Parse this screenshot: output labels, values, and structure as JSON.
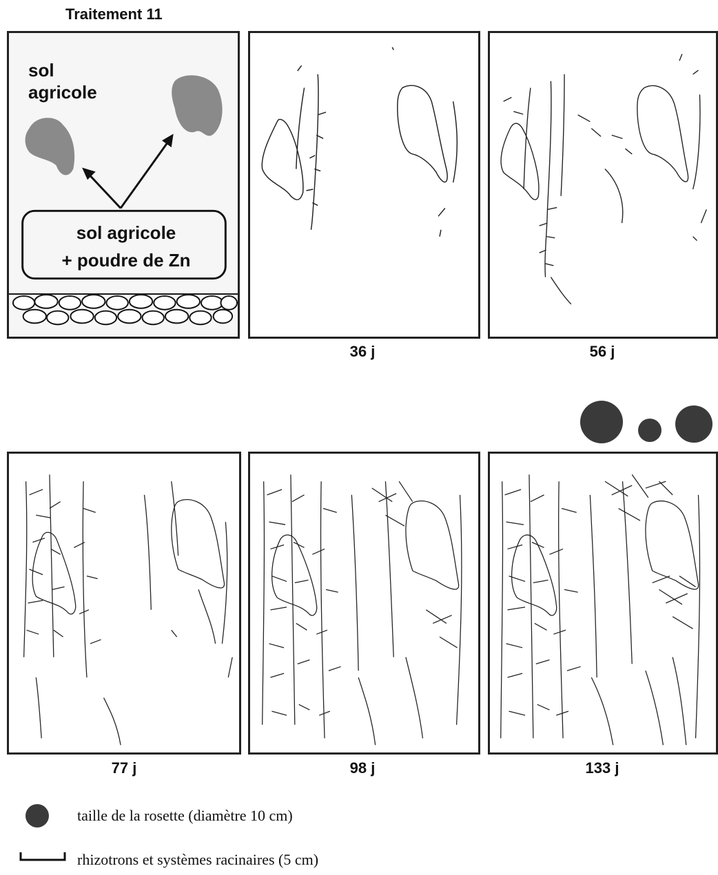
{
  "title": "Traitement 11",
  "schema": {
    "top_label_line1": "sol",
    "top_label_line2": "agricole",
    "box_line1": "sol agricole",
    "box_line2": "+ poudre de Zn"
  },
  "panels": [
    {
      "day_label": "36 j"
    },
    {
      "day_label": "56 j"
    },
    {
      "day_label": "77 j"
    },
    {
      "day_label": "98 j"
    },
    {
      "day_label": "133 j"
    }
  ],
  "legend": {
    "rosette_text": "taille de la rosette (diamètre 10 cm)",
    "scale_text": "rhizotrons et systèmes racinaires (5 cm)"
  },
  "colors": {
    "rosette": "#3a3a3a",
    "patch": "#8a8a8a",
    "line": "#222222"
  }
}
